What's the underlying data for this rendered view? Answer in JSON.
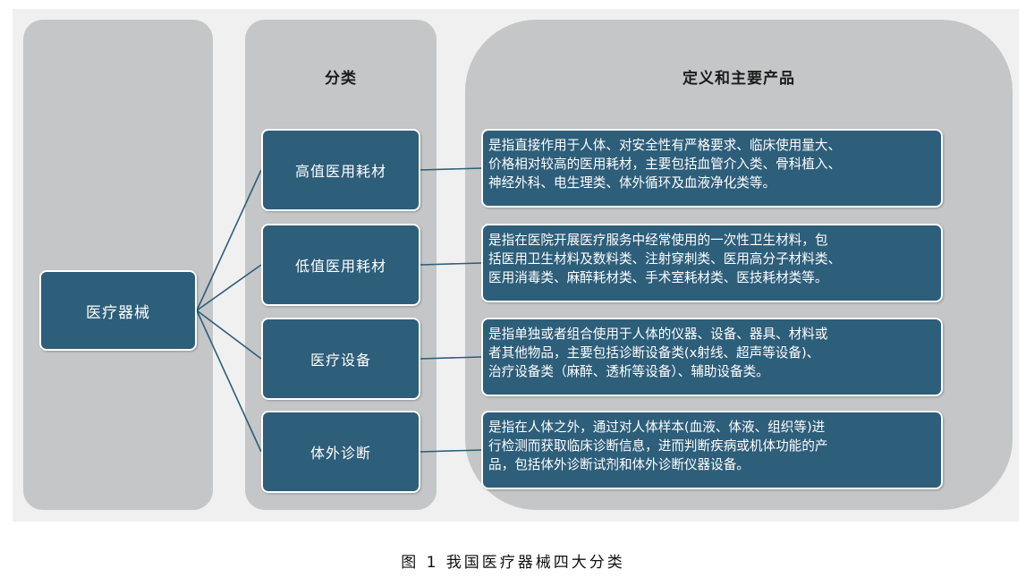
{
  "headers": {
    "category": "分类",
    "definition": "定义和主要产品"
  },
  "root": {
    "label": "医疗器械"
  },
  "categories": [
    {
      "label": "高值医用耗材",
      "definition_lines": [
        "是指直接作用于人体、对安全性有严格要求、临床使用量大、",
        "价格相对较高的医用耗材，主要包括血管介入类、骨科植入、",
        "神经外科、电生理类、体外循环及血液净化类等。"
      ]
    },
    {
      "label": "低值医用耗材",
      "definition_lines": [
        "是指在医院开展医疗服务中经常使用的一次性卫生材料，包",
        "括医用卫生材料及数料类、注射穿刺类、医用高分子材料类、",
        "医用消毒类、麻醉耗材类、手术室耗材类、医技耗材类等。"
      ]
    },
    {
      "label": "医疗设备",
      "definition_lines": [
        "是指单独或者组合使用于人体的仪器、设备、器具、材料或",
        "者其他物品，主要包括诊断设备类(x射线、超声等设备)、",
        "治疗设备类（麻醉、透析等设备）、辅助设备类。"
      ]
    },
    {
      "label": "体外诊断",
      "definition_lines": [
        "是指在人体之外，通过对人体样本(血液、体液、组织等)进",
        "行检测而获取临床诊断信息，进而判断疾病或机体功能的产",
        "品，包括体外诊断试剂和体外诊断仪器设备。"
      ]
    }
  ],
  "caption": "图 1 我国医疗器械四大分类",
  "colors": {
    "node_fill": "#2d5e7a",
    "panel_fill": "#c4c6c7",
    "connector": "#2d5e7a"
  }
}
